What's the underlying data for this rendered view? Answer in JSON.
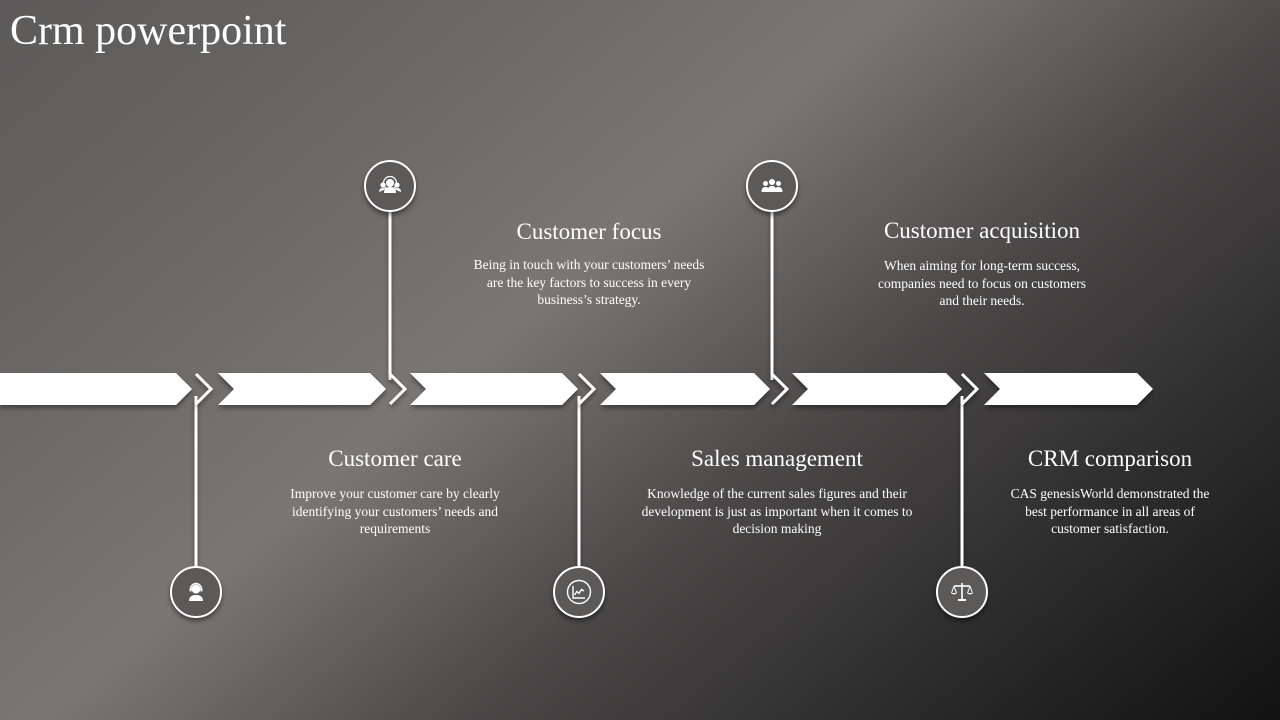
{
  "slide": {
    "title": "Crm powerpoint"
  },
  "steps": [
    {
      "id": "customer-care",
      "heading": "Customer care",
      "text": "Improve your customer care by clearly identifying your customers’ needs and requirements",
      "icon": "customer-support-icon",
      "position": "below"
    },
    {
      "id": "customer-focus",
      "heading": "Customer focus",
      "text": "Being in touch with your customers’ needs are the key factors to success in every business’s strategy.",
      "icon": "customer-focus-icon",
      "position": "above"
    },
    {
      "id": "sales-management",
      "heading": "Sales management",
      "text": "Knowledge of the current sales figures and their development is just as important when it comes to decision making",
      "icon": "sales-chart-icon",
      "position": "below"
    },
    {
      "id": "customer-acquisition",
      "heading": "Customer acquisition",
      "text": "When aiming for long-term success, companies need to focus on customers and their needs.",
      "icon": "team-icon",
      "position": "above"
    },
    {
      "id": "crm-comparison",
      "heading": "CRM comparison",
      "text": "CAS genesisWorld demonstrated the best performance in all areas of customer satisfaction.",
      "icon": "scales-icon",
      "position": "below"
    }
  ],
  "colors": {
    "foreground": "#ffffff",
    "icon_fill": "#5c5a59"
  }
}
